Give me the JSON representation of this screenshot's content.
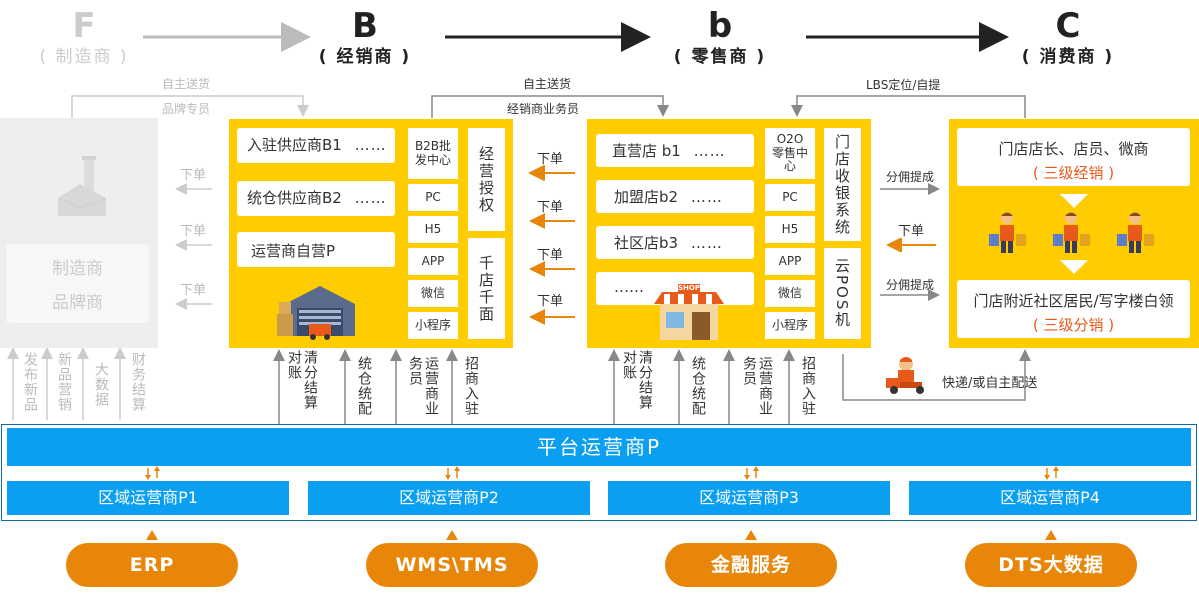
{
  "header": {
    "f_letter": "F",
    "f_sub": "( 制造商 )",
    "b_letter": "B",
    "b_sub": "( 经销商 )",
    "s_letter": "b",
    "s_sub": "( 零售商 )",
    "c_letter": "C",
    "c_sub": "( 消费商 )"
  },
  "flows": {
    "f_b_top": "自主送货",
    "f_b_bottom": "品牌专员",
    "b_s_top": "自主送货",
    "b_s_bottom": "经销商业务员",
    "c_s": "LBS定位/自提"
  },
  "manufacturer": {
    "line1": "制造商",
    "line2": "品牌商",
    "orders": [
      "下单",
      "下单",
      "下单"
    ],
    "bottom_labels": [
      "发布新品",
      "新品营销",
      "大数据",
      "财务结算"
    ]
  },
  "distributor": {
    "suppliers": [
      "入驻供应商B1",
      "统仓供应商B2",
      "运营商自营P"
    ],
    "dots": "……",
    "channels": [
      "B2B批发中心",
      "PC",
      "H5",
      "APP",
      "微信",
      "小程序"
    ],
    "side_top": "经营授权",
    "side_bottom": "千店千面"
  },
  "orders_mid": [
    "下单",
    "下单",
    "下单",
    "下单"
  ],
  "retailer": {
    "stores": [
      "直营店 b1",
      "加盟店b2",
      "社区店b3",
      "……"
    ],
    "dots": "……",
    "shop_sign": "SHOP",
    "channels": [
      "O2O零售中心",
      "PC",
      "H5",
      "APP",
      "微信",
      "小程序"
    ],
    "side_top": "门店收银系统",
    "side_bottom": "云POS机"
  },
  "consumer_flow": {
    "commission_top": "分佣提成",
    "order": "下单",
    "commission_bottom": "分佣提成",
    "delivery": "快递/或自主配送"
  },
  "consumer": {
    "top_line1": "门店店长、店员、微商",
    "top_line2": "( 三级经销 )",
    "bottom_line1": "门店附近社区居民/写字楼白领",
    "bottom_line2": "( 三级分销 )"
  },
  "bottom_links_b": [
    "清分结算对账",
    "统仓统配",
    "运营商业务员",
    "招商入驻"
  ],
  "bottom_links_s": [
    "清分结算对账",
    "统仓统配",
    "运营商业务员",
    "招商入驻"
  ],
  "platform": {
    "title": "平台运营商P",
    "regions": [
      "区域运营商P1",
      "区域运营商P2",
      "区域运营商P3",
      "区域运营商P4"
    ]
  },
  "services": [
    "ERP",
    "WMS\\TMS",
    "金融服务",
    "DTS大数据"
  ],
  "colors": {
    "yellow": "#ffcc00",
    "blue": "#0a9ff0",
    "orange": "#e8860a",
    "red": "#e85a1a",
    "gray": "#eeeeee"
  }
}
